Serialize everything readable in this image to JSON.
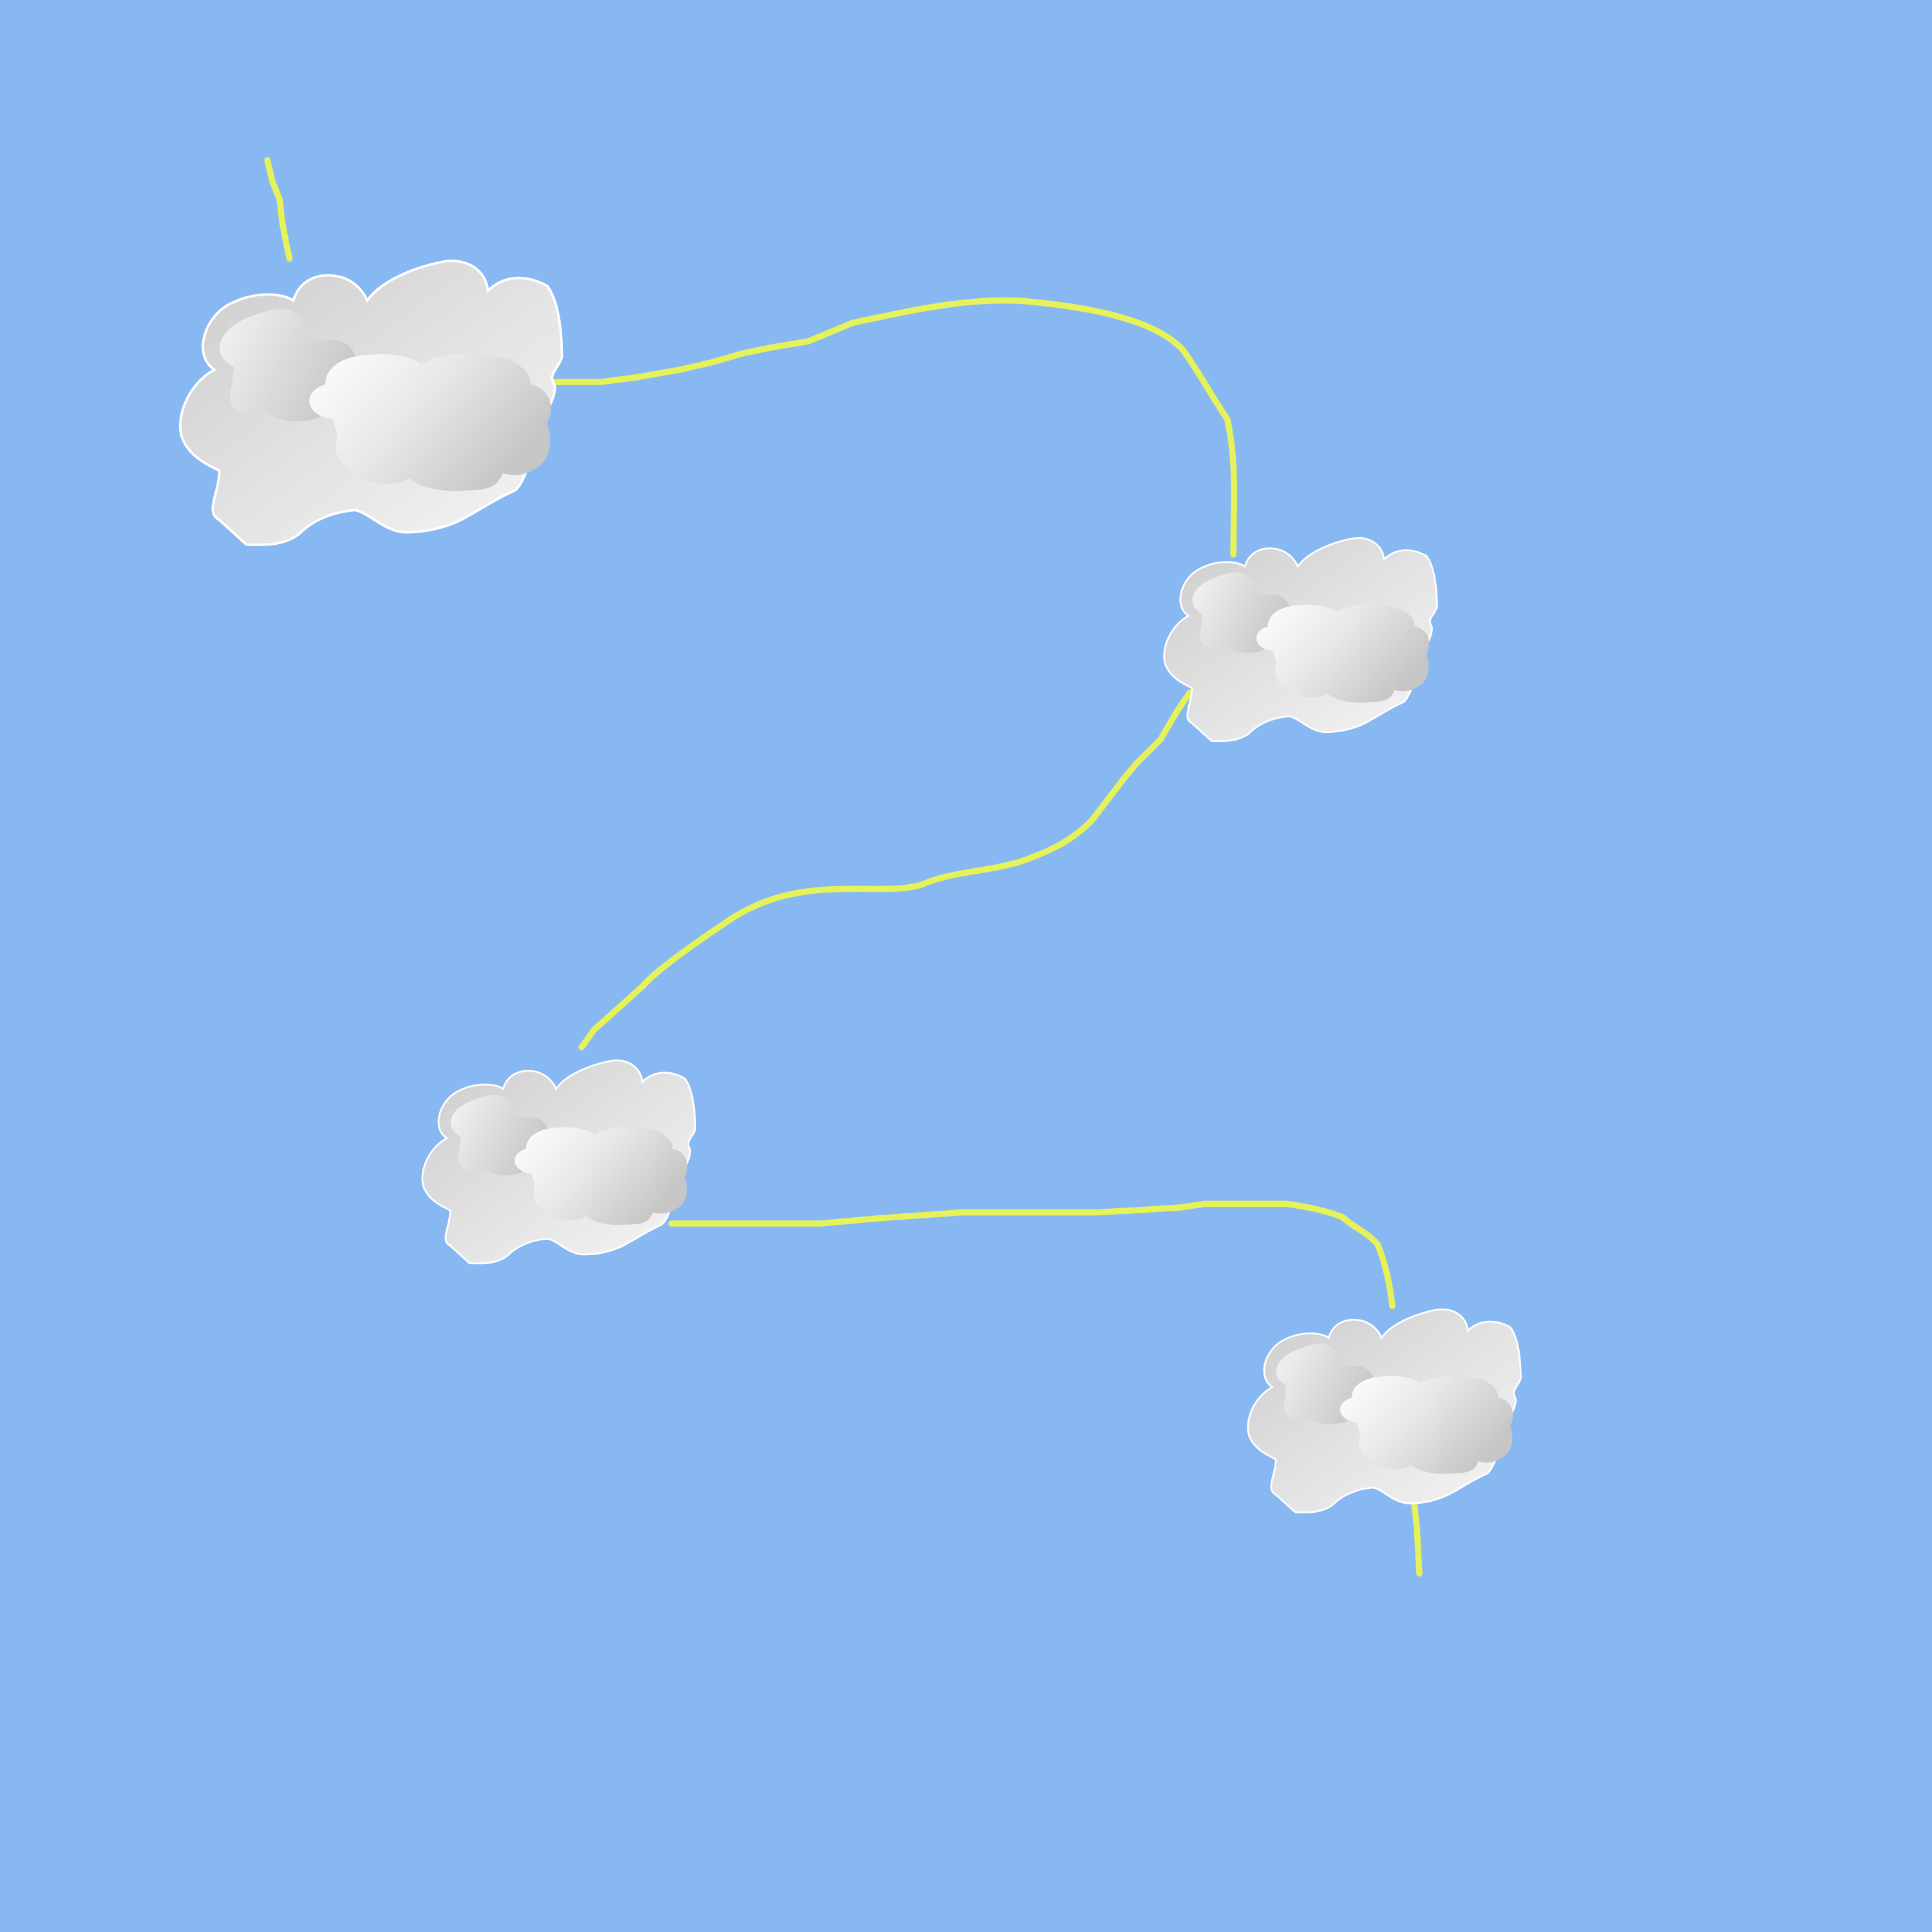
{
  "scene": {
    "background_color": "#88b8f2",
    "path_color": "#e6f25a",
    "cloud_highlight_color": "#ffffff",
    "cloud_shadow_color": "#cccccc"
  },
  "clouds": [
    {
      "id": "cloud-1"
    },
    {
      "id": "cloud-2"
    },
    {
      "id": "cloud-3"
    },
    {
      "id": "cloud-4"
    }
  ]
}
